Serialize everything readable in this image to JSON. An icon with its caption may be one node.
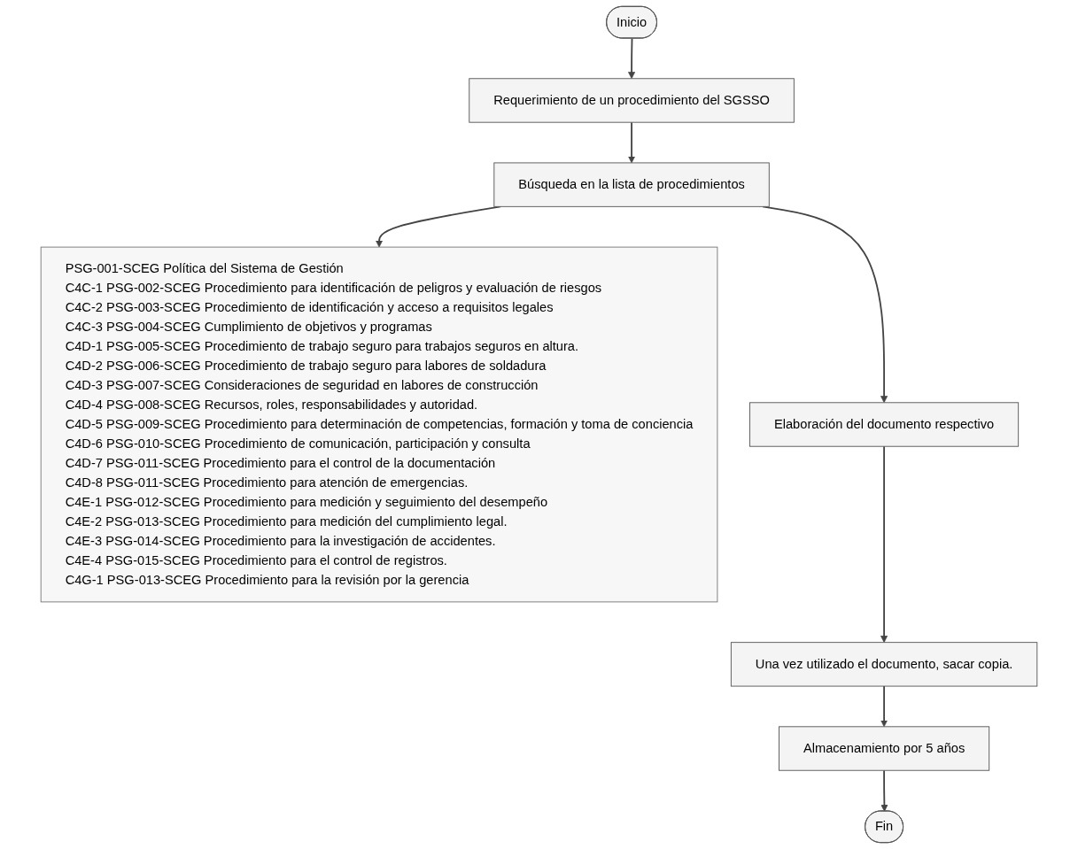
{
  "diagram": {
    "nodes": [
      {
        "text": [
          "Inicio"
        ]
      },
      {
        "text": [
          "Requerimiento de un procedimiento del SGSSO"
        ]
      },
      {
        "text": [
          "Búsqueda en la lista de procedimientos"
        ]
      },
      {
        "text": [
          "PSG-001-SCEG Política del Sistema de Gestión",
          "C4C-1 PSG-002-SCEG Procedimiento para identificación de peligros y evaluación de riesgos",
          "C4C-2 PSG-003-SCEG Procedimiento de identificación y acceso a requisitos legales",
          "C4C-3 PSG-004-SCEG Cumplimiento de objetivos y programas",
          "C4D-1 PSG-005-SCEG Procedimiento de trabajo seguro para trabajos seguros en altura.",
          "C4D-2 PSG-006-SCEG Procedimiento de trabajo seguro para labores de soldadura",
          "C4D-3 PSG-007-SCEG Consideraciones de seguridad en labores de construcción",
          "C4D-4 PSG-008-SCEG Recursos, roles, responsabilidades y autoridad.",
          "C4D-5 PSG-009-SCEG Procedimiento para determinación de competencias, formación y toma de conciencia",
          "C4D-6 PSG-010-SCEG Procedimiento de comunicación, participación y consulta",
          "C4D-7 PSG-011-SCEG Procedimiento para el control de la documentación",
          "C4D-8 PSG-011-SCEG Procedimiento para atención de emergencias.",
          "C4E-1 PSG-012-SCEG Procedimiento para medición y seguimiento del desempeño",
          "C4E-2 PSG-013-SCEG Procedimiento para medición del cumplimiento legal.",
          "C4E-3 PSG-014-SCEG Procedimiento para la investigación de accidentes.",
          "C4E-4 PSG-015-SCEG Procedimiento para el control de registros.",
          "C4G-1 PSG-013-SCEG Procedimiento para la revisión por la gerencia"
        ]
      },
      {
        "text": [
          "Elaboración del documento respectivo"
        ]
      },
      {
        "text": [
          "Una vez utilizado el documento, sacar copia."
        ]
      },
      {
        "text": [
          "Almacenamiento por 5 años"
        ]
      },
      {
        "text": [
          "Fin"
        ]
      }
    ],
    "edges": [
      {
        "from": 0,
        "to": 1,
        "arrow": "to"
      },
      {
        "from": 1,
        "to": 2,
        "arrow": "to"
      },
      {
        "from": 2,
        "to": 3,
        "arrow": "to"
      },
      {
        "from": 2,
        "to": 4,
        "arrow": "to"
      },
      {
        "from": 4,
        "to": 5,
        "arrow": "to"
      },
      {
        "from": 5,
        "to": 6,
        "arrow": "to"
      },
      {
        "from": 6,
        "to": 7,
        "arrow": "to"
      }
    ]
  }
}
